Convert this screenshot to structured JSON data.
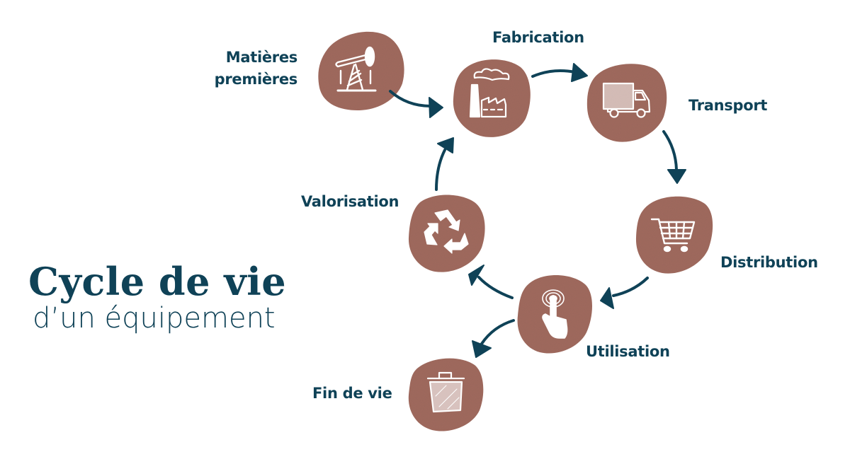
{
  "title": {
    "main": "Cycle de vie",
    "sub": "d’un équipement"
  },
  "colors": {
    "blob": "#a06a5e",
    "arrow": "#0f4257",
    "text": "#0f4257",
    "icon": "#ffffff",
    "background": "#ffffff"
  },
  "stages": [
    {
      "id": "matieres",
      "label_line1": "Matières",
      "label_line2": "premières",
      "icon": "oil-pump-icon"
    },
    {
      "id": "fabrication",
      "label": "Fabrication",
      "icon": "factory-icon"
    },
    {
      "id": "transport",
      "label": "Transport",
      "icon": "truck-icon"
    },
    {
      "id": "distribution",
      "label": "Distribution",
      "icon": "shopping-cart-icon"
    },
    {
      "id": "utilisation",
      "label": "Utilisation",
      "icon": "touch-hand-icon"
    },
    {
      "id": "valorisation",
      "label": "Valorisation",
      "icon": "recycle-icon"
    },
    {
      "id": "fin",
      "label": "Fin de vie",
      "icon": "trash-bin-icon"
    }
  ],
  "flows": [
    {
      "from": "Matières premières",
      "to": "Fabrication"
    },
    {
      "from": "Fabrication",
      "to": "Transport"
    },
    {
      "from": "Transport",
      "to": "Distribution"
    },
    {
      "from": "Distribution",
      "to": "Utilisation"
    },
    {
      "from": "Utilisation",
      "to": "Valorisation"
    },
    {
      "from": "Valorisation",
      "to": "Fabrication"
    },
    {
      "from": "Utilisation",
      "to": "Fin de vie"
    }
  ]
}
